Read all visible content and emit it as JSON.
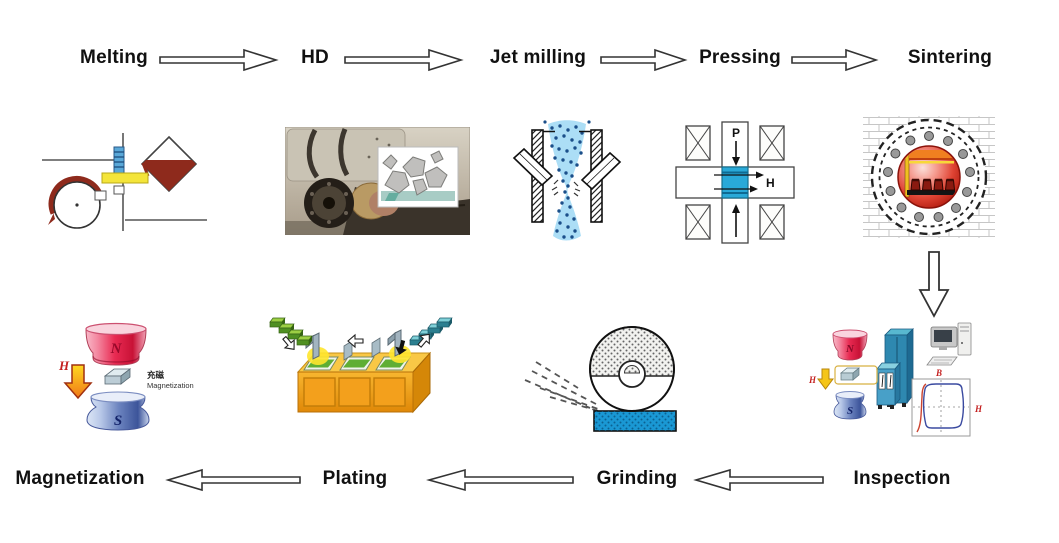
{
  "steps": {
    "melting": "Melting",
    "hd": "HD",
    "jet_milling": "Jet milling",
    "pressing": "Pressing",
    "sintering": "Sintering",
    "inspection": "Inspection",
    "grinding": "Grinding",
    "plating": "Plating",
    "magnetization": "Magnetization"
  },
  "flow": {
    "top_row": {
      "direction": "right",
      "sequence": [
        "Melting",
        "HD",
        "Jet milling",
        "Pressing",
        "Sintering"
      ]
    },
    "connector": {
      "from": "Sintering",
      "to": "Inspection",
      "direction": "down"
    },
    "bottom_row": {
      "direction": "left",
      "sequence": [
        "Inspection",
        "Grinding",
        "Plating",
        "Magnetization"
      ]
    }
  },
  "figure_labels": {
    "pressing": {
      "pressure": "P",
      "field": "H"
    },
    "magnetization": {
      "north": "N",
      "south": "S",
      "field": "H",
      "caption_zh": "充磁",
      "caption_en": "Magnetization"
    },
    "inspection": {
      "north": "N",
      "south": "S",
      "field": "H",
      "y_axis": "B",
      "x_axis": "H"
    }
  },
  "colors": {
    "background": "#ffffff",
    "label_text": "#111111",
    "arrow_fill": "#ffffff",
    "arrow_outline": "#333333",
    "melt_red": "#8e2a1c",
    "tundish_yellow": "#f4e53a",
    "powder_cloud_blue": "#a8dcf5",
    "compact_cyan": "#29a9d8",
    "sinter_red": "#d8392b",
    "workpiece_blue": "#1a98d4",
    "tank_orange": "#f2a41e",
    "north_pole_red": "#e82a52",
    "south_pole_blue": "#6a82be",
    "annotation_red": "#c42020"
  }
}
